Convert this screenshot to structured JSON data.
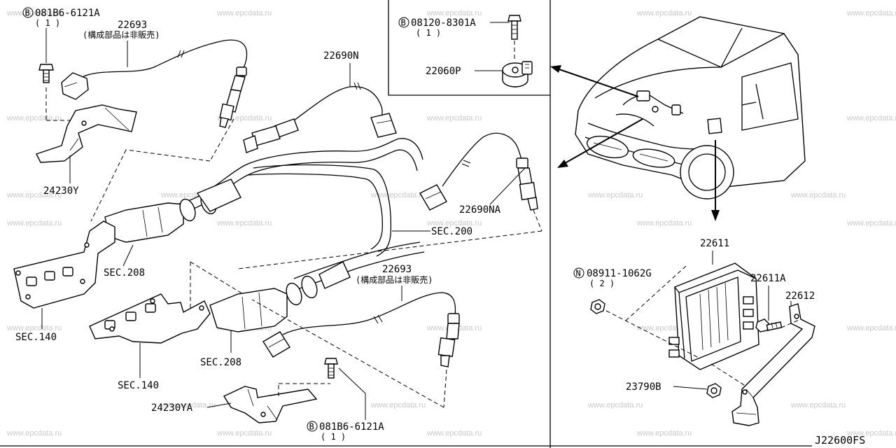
{
  "watermark": "www.epcdata.ru",
  "diagram_code": "J22600FS",
  "labels": {
    "bolt_top_left_code": "081B6-6121A",
    "bolt_top_left_qty": "( 1 )",
    "sensor_22693_top": "22693",
    "not_sold_note_top": "(構成部品は非販売)",
    "sensor_22690N": "22690N",
    "bracket_24230Y": "24230Y",
    "sensor_22690NA": "22690NA",
    "sec200": "SEC.200",
    "sec208_upper": "SEC.208",
    "sec140_upper": "SEC.140",
    "sensor_22693_bottom": "22693",
    "not_sold_note_bottom": "(構成部品は非販売)",
    "sec208_lower": "SEC.208",
    "sec140_lower": "SEC.140",
    "bracket_24230YA": "24230YA",
    "bolt_bottom_code": "081B6-6121A",
    "bolt_bottom_qty": "( 1 )",
    "inset_bolt_code": "08120-8301A",
    "inset_bolt_qty": "( 1 )",
    "knock_sensor": "22060P",
    "ecm_22611": "22611",
    "nut_code": "08911-1062G",
    "nut_qty": "( 2 )",
    "part_22611A": "22611A",
    "bracket_22612": "22612",
    "nut_23790B": "23790B",
    "prefix_B": "B",
    "prefix_N": "N"
  },
  "parts": [
    {
      "name": "bolt-081B6-6121A-top"
    },
    {
      "name": "heated-oxygen-sensor-22693-upper"
    },
    {
      "name": "air-fuel-ratio-sensor-22690N"
    },
    {
      "name": "bracket-24230Y"
    },
    {
      "name": "air-fuel-ratio-sensor-22690NA"
    },
    {
      "name": "exhaust-manifold-upper"
    },
    {
      "name": "exhaust-manifold-lower"
    },
    {
      "name": "catalytic-converter-upper"
    },
    {
      "name": "catalytic-converter-lower"
    },
    {
      "name": "heated-oxygen-sensor-22693-lower"
    },
    {
      "name": "bracket-24230YA"
    },
    {
      "name": "bolt-081B6-6121A-bottom"
    },
    {
      "name": "knock-sensor-22060P"
    },
    {
      "name": "bolt-08120-8301A"
    },
    {
      "name": "car-front-view"
    },
    {
      "name": "engine-control-module-22611"
    },
    {
      "name": "nut-08911-1062G"
    },
    {
      "name": "bolt-22611A"
    },
    {
      "name": "bracket-22612"
    },
    {
      "name": "nut-23790B"
    }
  ]
}
